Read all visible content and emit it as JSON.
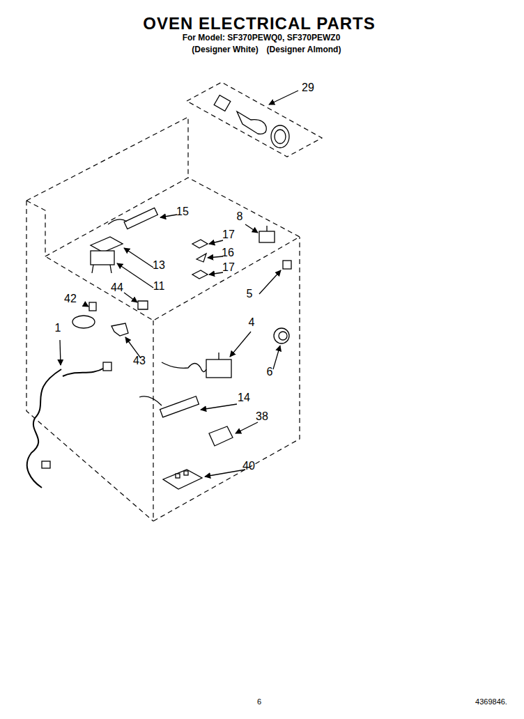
{
  "diagram": {
    "title": "OVEN ELECTRICAL PARTS",
    "labels": [
      "For Model: SF370PEWQ0, SF370PEWZ0",
      "(Designer White)",
      "(Designer Almond)",
      "29",
      "15",
      "8",
      "17",
      "16",
      "17",
      "13",
      "11",
      "5",
      "42",
      "44",
      "4",
      "6",
      "1",
      "43",
      "14",
      "38",
      "40",
      "6",
      "4369846."
    ]
  }
}
